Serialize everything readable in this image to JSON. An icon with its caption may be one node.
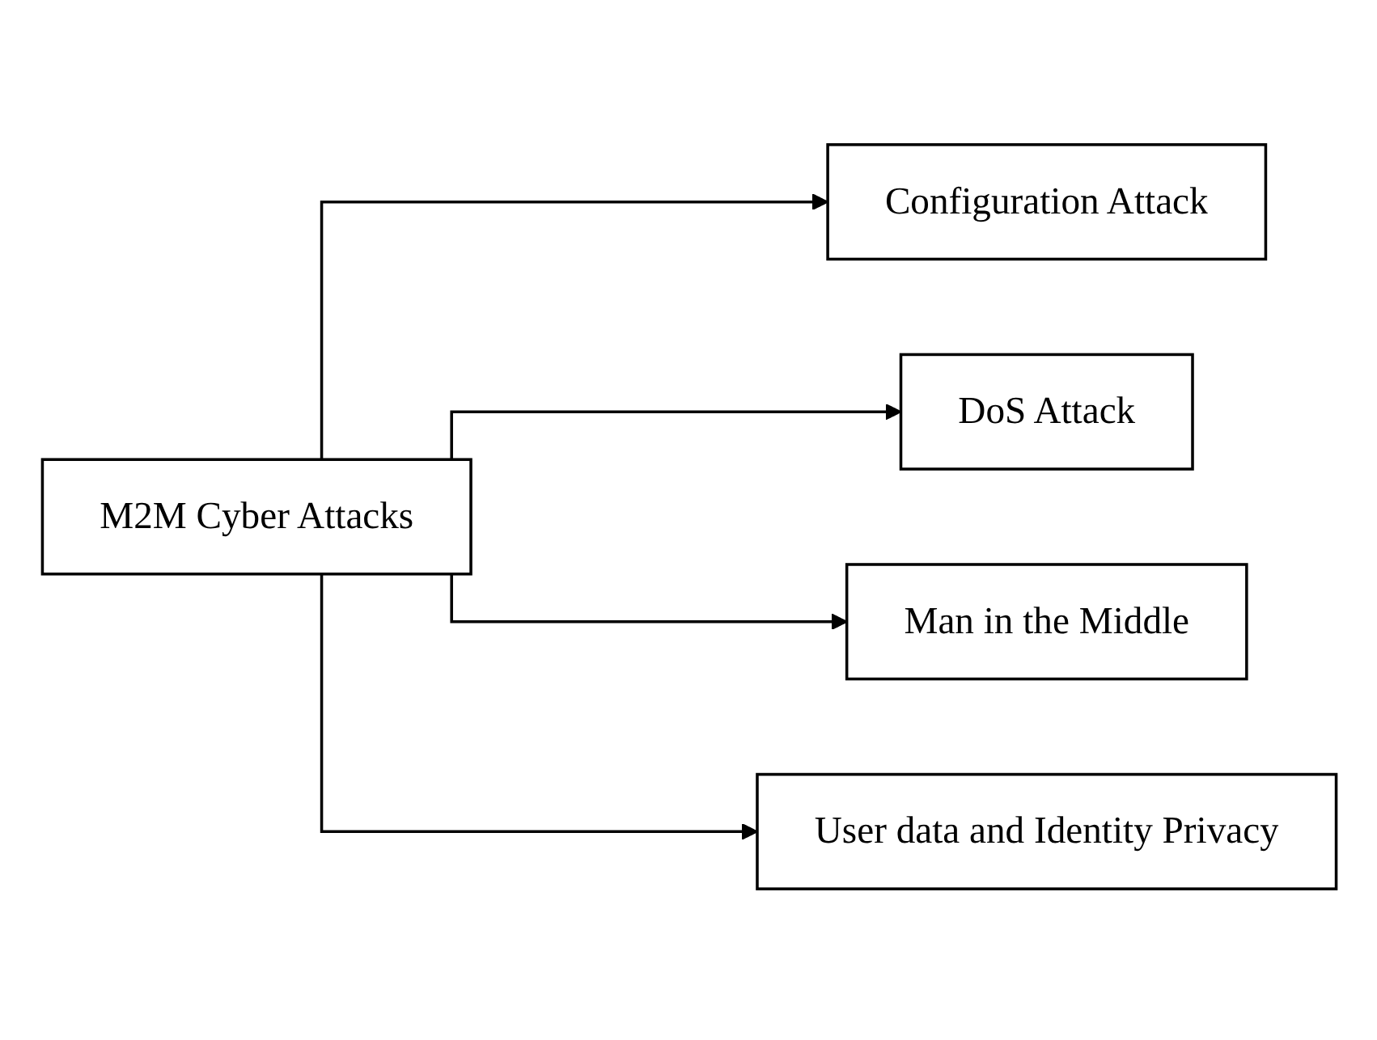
{
  "diagram": {
    "nodes": [
      {
        "text": [
          "M2M Cyber Attacks"
        ]
      },
      {
        "text": [
          "Configuration Attack"
        ]
      },
      {
        "text": [
          "DoS Attack"
        ]
      },
      {
        "text": [
          "Man in the Middle"
        ]
      },
      {
        "text": [
          "User data and Identity Privacy"
        ]
      }
    ],
    "edges": [
      {
        "from": 0,
        "to": 1,
        "arrow": "to"
      },
      {
        "from": 0,
        "to": 2,
        "arrow": "to"
      },
      {
        "from": 0,
        "to": 3,
        "arrow": "to"
      },
      {
        "from": 0,
        "to": 4,
        "arrow": "to"
      }
    ]
  }
}
